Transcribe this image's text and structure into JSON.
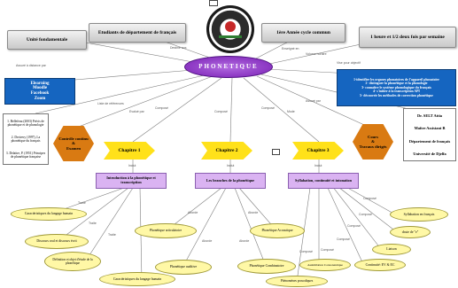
{
  "center": "PHONETIQUE",
  "top": {
    "unite": "Unité fondamentale",
    "etudiants": "Etudiants de département de français",
    "annee": "1ère Année cycle commun",
    "heures": "1 heure et 1/2 deux fois par semaine"
  },
  "left": {
    "elearning": [
      "Elearning",
      "Moodle",
      "Facebook",
      "Zoom"
    ],
    "refs": [
      "1. Bellefeau (2003) Précis de phonétique et de phonologie",
      "2. Derivery (1997), La phonétique du français",
      "3. Delattre, P. (1951) Principes de phonétique française"
    ],
    "controle": [
      "Contrôle continu",
      "&",
      "Examen"
    ]
  },
  "right": {
    "objectifs": [
      "1-identifier les organes phonatoires de l'appareil phonatoire",
      "2- distinguer la phonétique et la phonologie",
      "3- connaître le système phonologique du français",
      "4- s'initier à la transcription API",
      "5- découvrir les méthodes de correction phonétique"
    ],
    "teacher": [
      "Dr. SELT Attia",
      "Maître Assistant B",
      "Département de français",
      "Université de Djelfa"
    ],
    "cours": [
      "Cours",
      "&",
      "Travaux dirigés"
    ]
  },
  "chapters": [
    "Chapitre 1",
    "Chapitre 2",
    "Chapitre 3"
  ],
  "chapter_topics": [
    "Introduction à la phonétique et transcription",
    "Les branches de la phonétique",
    "Syllabation, continuité et intonation"
  ],
  "leaves": {
    "c1": [
      "Caractéristiques du langage humain",
      "Discours oral et discours écrit",
      "Définition et objet d'étude de la phonétique",
      "Caractéristiques du langage humain"
    ],
    "c2": [
      "Phonétique articulatoire",
      "Phonétique Acoustique",
      "Phonétique auditive",
      "Phonétique Combinatoire"
    ],
    "c3": [
      "Syllabation en français",
      "chute de \"e\"",
      "Liaison",
      "Continuité: EV & EC",
      "Assimilation Consonantique",
      "Phénomènes prosodiques"
    ]
  },
  "edge_labels": {
    "assure": "Assuré à distance par",
    "destine": "Destiné aux",
    "enseigne": "Enseigné en",
    "volume": "Volume horaire",
    "vise": "Vise pour objectif",
    "reference": "Liste de références",
    "evalue": "Evalué par",
    "compose": "Composé",
    "assure_par": "Assuré par",
    "mode": "Mode",
    "inclut": "Inclut",
    "traite": "Traite",
    "aborde": "Aborde"
  }
}
